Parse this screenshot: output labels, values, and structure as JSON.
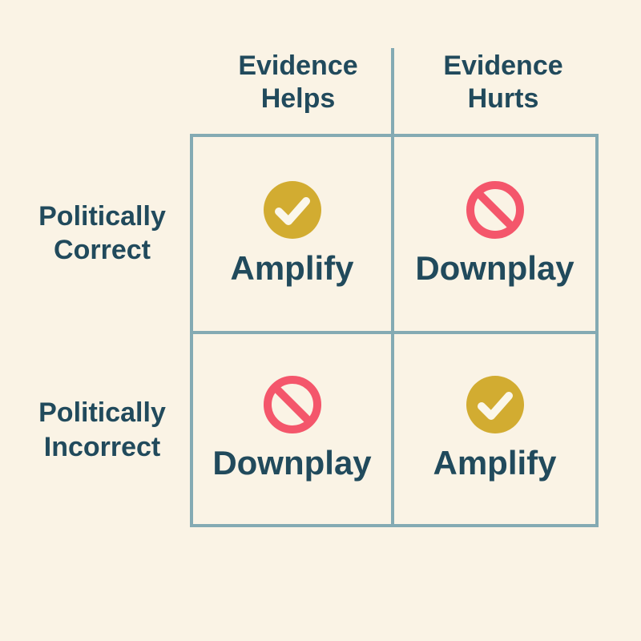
{
  "matrix": {
    "column_headers": [
      "Evidence Helps",
      "Evidence Hurts"
    ],
    "row_labels": [
      "Politically Correct",
      "Politically Incorrect"
    ],
    "cells": [
      {
        "row": "Politically Correct",
        "column": "Evidence Helps",
        "icon": "check-circle-icon",
        "label": "Amplify"
      },
      {
        "row": "Politically Correct",
        "column": "Evidence Hurts",
        "icon": "no-entry-icon",
        "label": "Downplay"
      },
      {
        "row": "Politically Incorrect",
        "column": "Evidence Helps",
        "icon": "no-entry-icon",
        "label": "Downplay"
      },
      {
        "row": "Politically Incorrect",
        "column": "Evidence Hurts",
        "icon": "check-circle-icon",
        "label": "Amplify"
      }
    ]
  },
  "colors": {
    "background": "#faf3e5",
    "grid_line": "#84aab3",
    "text": "#214a5c",
    "check_circle": "#d2ac31",
    "check_mark": "#fbf7ea",
    "no_entry": "#f4566b"
  }
}
